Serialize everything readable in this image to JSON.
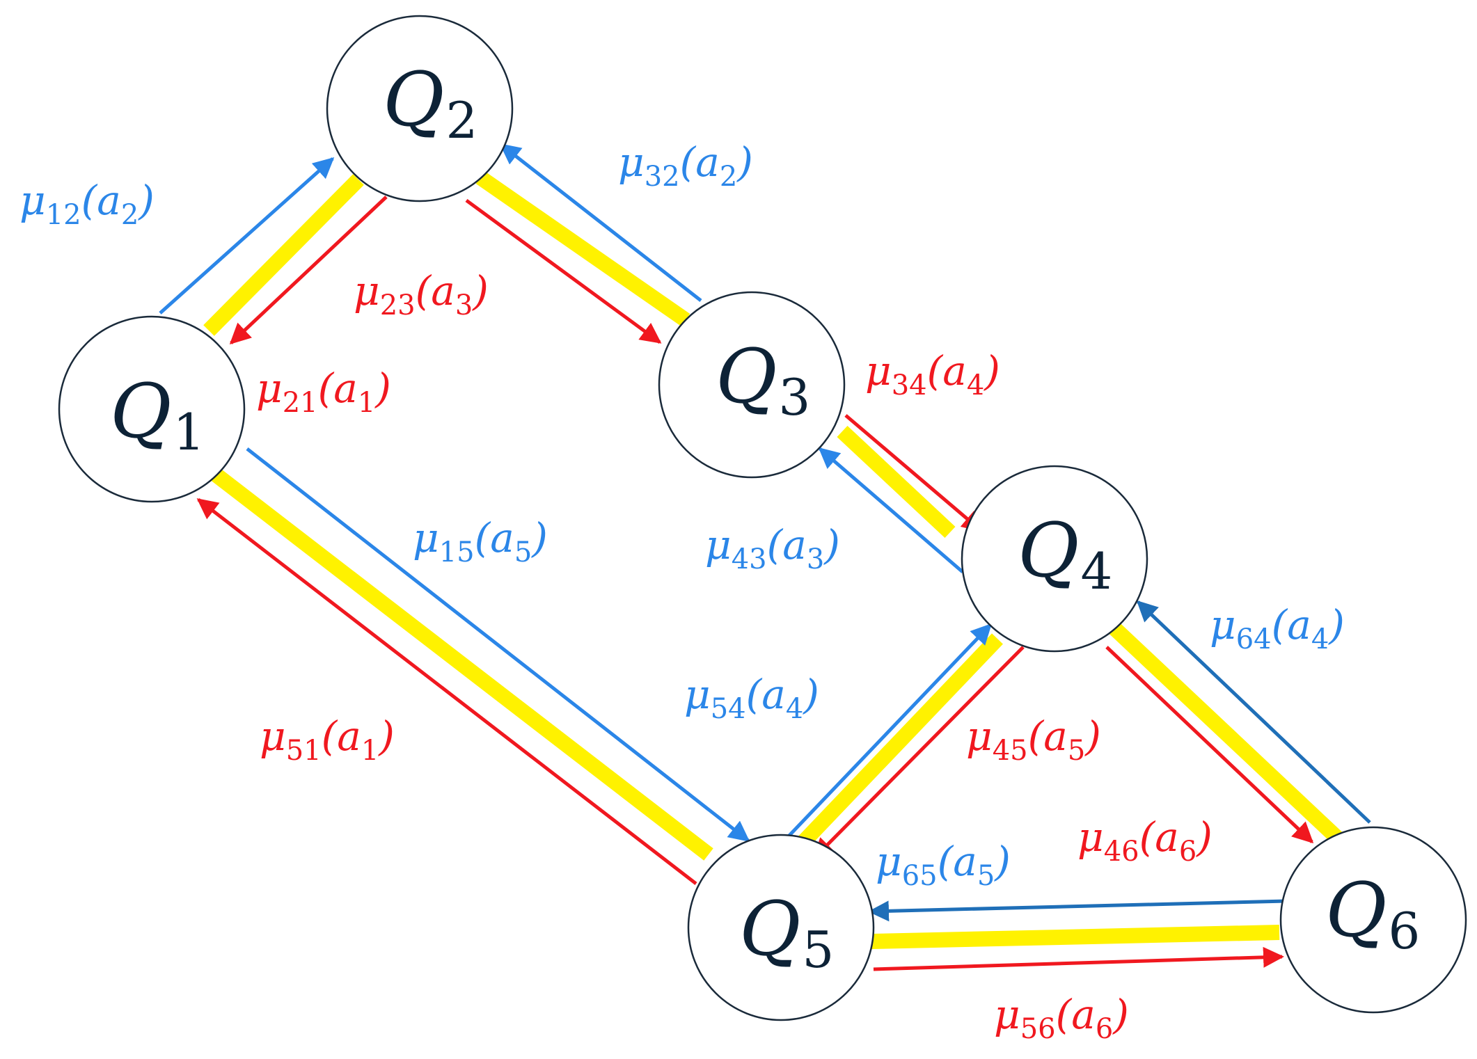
{
  "nodes": [
    {
      "id": "Q1",
      "letter": "Q",
      "sub": "1"
    },
    {
      "id": "Q2",
      "letter": "Q",
      "sub": "2"
    },
    {
      "id": "Q3",
      "letter": "Q",
      "sub": "3"
    },
    {
      "id": "Q4",
      "letter": "Q",
      "sub": "4"
    },
    {
      "id": "Q5",
      "letter": "Q",
      "sub": "5"
    },
    {
      "id": "Q6",
      "letter": "Q",
      "sub": "6"
    }
  ],
  "edges": [
    {
      "id": "mu12",
      "from": "Q1",
      "to": "Q2",
      "color": "blue",
      "mu": "μ",
      "sub": "12",
      "arg": "a",
      "argsub": "2"
    },
    {
      "id": "mu21",
      "from": "Q2",
      "to": "Q1",
      "color": "red",
      "mu": "μ",
      "sub": "21",
      "arg": "a",
      "argsub": "1"
    },
    {
      "id": "mu23",
      "from": "Q2",
      "to": "Q3",
      "color": "red",
      "mu": "μ",
      "sub": "23",
      "arg": "a",
      "argsub": "3"
    },
    {
      "id": "mu32",
      "from": "Q3",
      "to": "Q2",
      "color": "blue",
      "mu": "μ",
      "sub": "32",
      "arg": "a",
      "argsub": "2"
    },
    {
      "id": "mu34",
      "from": "Q3",
      "to": "Q4",
      "color": "red",
      "mu": "μ",
      "sub": "34",
      "arg": "a",
      "argsub": "4"
    },
    {
      "id": "mu43",
      "from": "Q4",
      "to": "Q3",
      "color": "blue",
      "mu": "μ",
      "sub": "43",
      "arg": "a",
      "argsub": "3"
    },
    {
      "id": "mu15",
      "from": "Q1",
      "to": "Q5",
      "color": "blue",
      "mu": "μ",
      "sub": "15",
      "arg": "a",
      "argsub": "5"
    },
    {
      "id": "mu51",
      "from": "Q5",
      "to": "Q1",
      "color": "red",
      "mu": "μ",
      "sub": "51",
      "arg": "a",
      "argsub": "1"
    },
    {
      "id": "mu54",
      "from": "Q5",
      "to": "Q4",
      "color": "blue",
      "mu": "μ",
      "sub": "54",
      "arg": "a",
      "argsub": "4"
    },
    {
      "id": "mu45",
      "from": "Q4",
      "to": "Q5",
      "color": "red",
      "mu": "μ",
      "sub": "45",
      "arg": "a",
      "argsub": "5"
    },
    {
      "id": "mu46",
      "from": "Q4",
      "to": "Q6",
      "color": "red",
      "mu": "μ",
      "sub": "46",
      "arg": "a",
      "argsub": "6"
    },
    {
      "id": "mu64",
      "from": "Q6",
      "to": "Q4",
      "color": "blue",
      "mu": "μ",
      "sub": "64",
      "arg": "a",
      "argsub": "4"
    },
    {
      "id": "mu65",
      "from": "Q6",
      "to": "Q5",
      "color": "blue",
      "mu": "μ",
      "sub": "65",
      "arg": "a",
      "argsub": "5"
    },
    {
      "id": "mu56",
      "from": "Q5",
      "to": "Q6",
      "color": "red",
      "mu": "μ",
      "sub": "56",
      "arg": "a",
      "argsub": "6"
    }
  ],
  "colors": {
    "blue": "#2b86e8",
    "red": "#f0181f",
    "highlight": "#fff200",
    "node_text": "#0d2236"
  }
}
